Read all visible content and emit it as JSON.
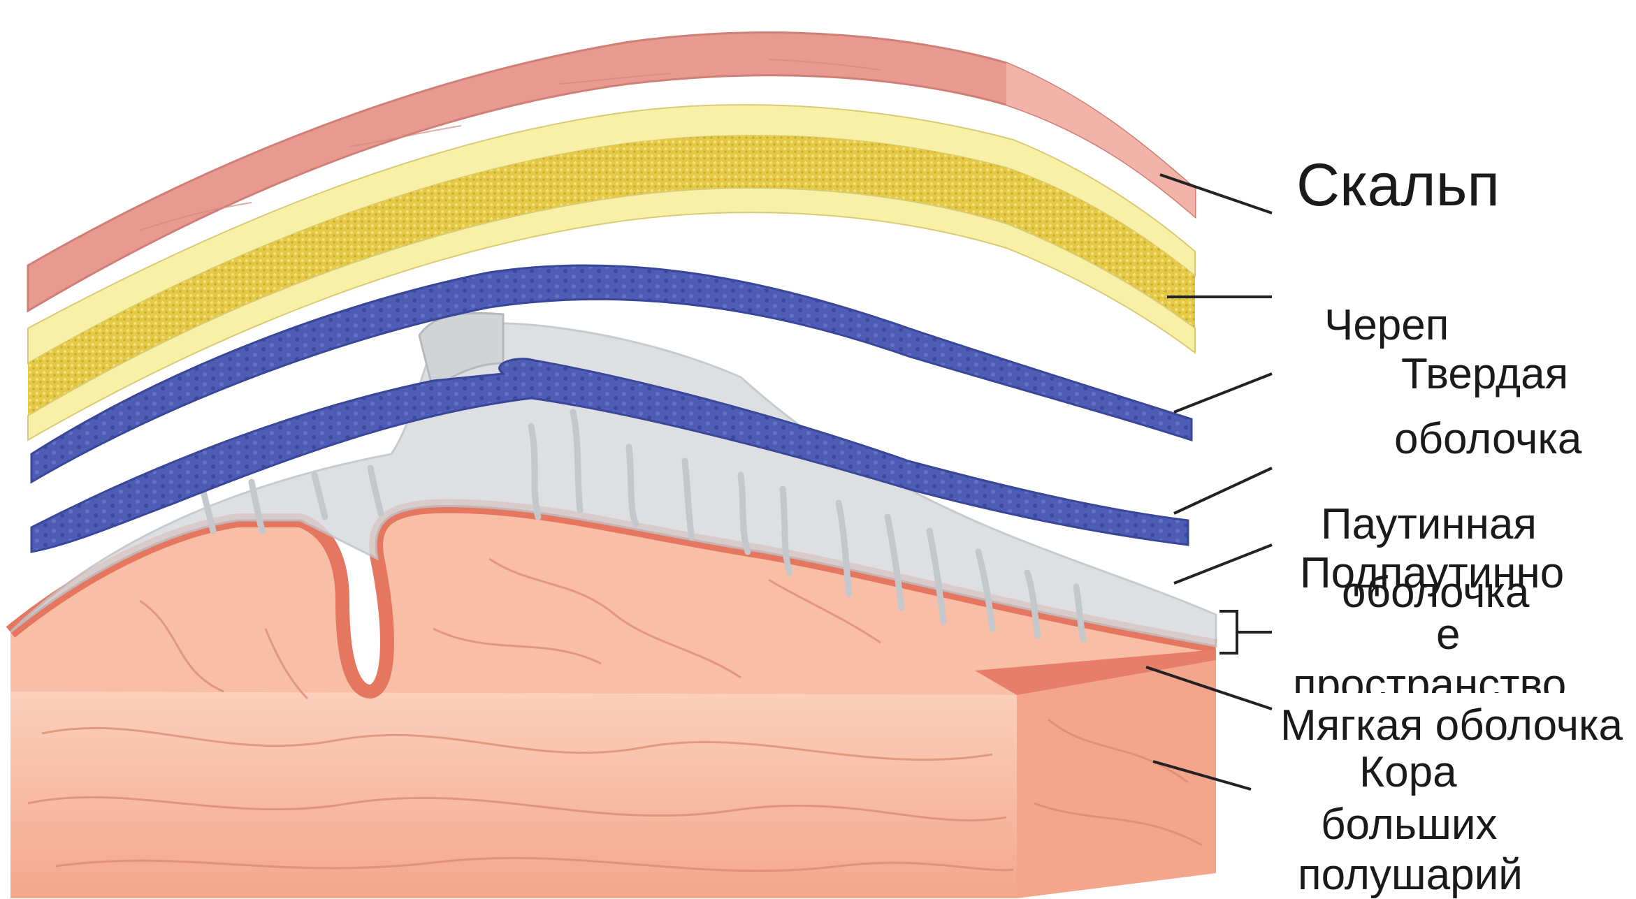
{
  "labels": {
    "scalp": "Скальп",
    "skull": "Череп",
    "dura_line1": "Твердая",
    "dura_line2": "оболочка",
    "arachnoid_line1": "Паутинная",
    "arachnoid_line2": "оболочка",
    "subarachnoid_line1": "Подпаутинно",
    "subarachnoid_line2": "е",
    "subarachnoid_line3": "пространство",
    "pia": "Мягкая оболочка",
    "cortex_line1": "Кора",
    "cortex_line2": "больших",
    "cortex_line3": "полушарий"
  },
  "colors": {
    "scalp": "#e89a90",
    "scalp_side": "#f2b3a8",
    "skull": "#f6ee9e",
    "skull_inner": "#e2c640",
    "dura": "#4f5fb8",
    "dura_dark": "#3a4698",
    "arachnoid": "#d6d8dc",
    "pia": "#e77e6a",
    "cortex": "#f8b9a0",
    "cortex_vein": "#d9826c",
    "leader": "#222222"
  }
}
